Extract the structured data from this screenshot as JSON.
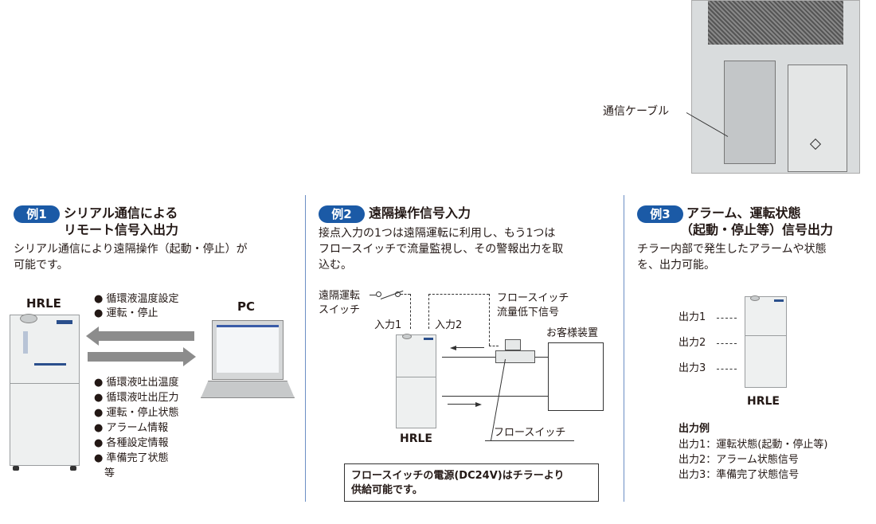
{
  "photo": {
    "cable_label": "通信ケーブル"
  },
  "ex1": {
    "badge": "例1",
    "title1": "シリアル通信による",
    "title2": "リモート信号入出力",
    "desc1": "シリアル通信により遠隔操作（起動・停止）が",
    "desc2": "可能です。",
    "device": "HRLE",
    "pc": "PC",
    "input_items": [
      "● 循環液温度設定",
      "● 運転・停止"
    ],
    "output_items": [
      "● 循環液吐出温度",
      "● 循環液吐出圧力",
      "● 運転・停止状態",
      "● アラーム情報",
      "● 各種設定情報",
      "● 準備完了状態",
      "　等"
    ]
  },
  "ex2": {
    "badge": "例2",
    "title": "遠隔操作信号入力",
    "desc1": "接点入力の1つは遠隔運転に利用し、もう1つは",
    "desc2": "フロースイッチで流量監視し、その警報出力を取",
    "desc3": "込む。",
    "remote_switch1": "遠隔運転",
    "remote_switch2": "スイッチ",
    "input1": "入力1",
    "input2": "入力2",
    "flow_signal1": "フロースイッチ",
    "flow_signal2": "流量低下信号",
    "customer": "お客様装置",
    "flow_switch": "フロースイッチ",
    "device": "HRLE",
    "note1": "フロースイッチの電源(DC24V)はチラーより",
    "note2": "供給可能です。"
  },
  "ex3": {
    "badge": "例3",
    "title1": "アラーム、運転状態",
    "title2": "（起動・停止等）信号出力",
    "desc1": "チラー内部で発生したアラームや状態",
    "desc2": "を、出力可能。",
    "outputs": [
      "出力1",
      "出力2",
      "出力3"
    ],
    "device": "HRLE",
    "example_title": "出力例",
    "examples": [
      "出力1：運転状態(起動・停止等)",
      "出力2：アラーム状態信号",
      "出力3：準備完了状態信号"
    ]
  },
  "colors": {
    "badge": "#1b5aa6",
    "divider": "#6c8fc4"
  }
}
